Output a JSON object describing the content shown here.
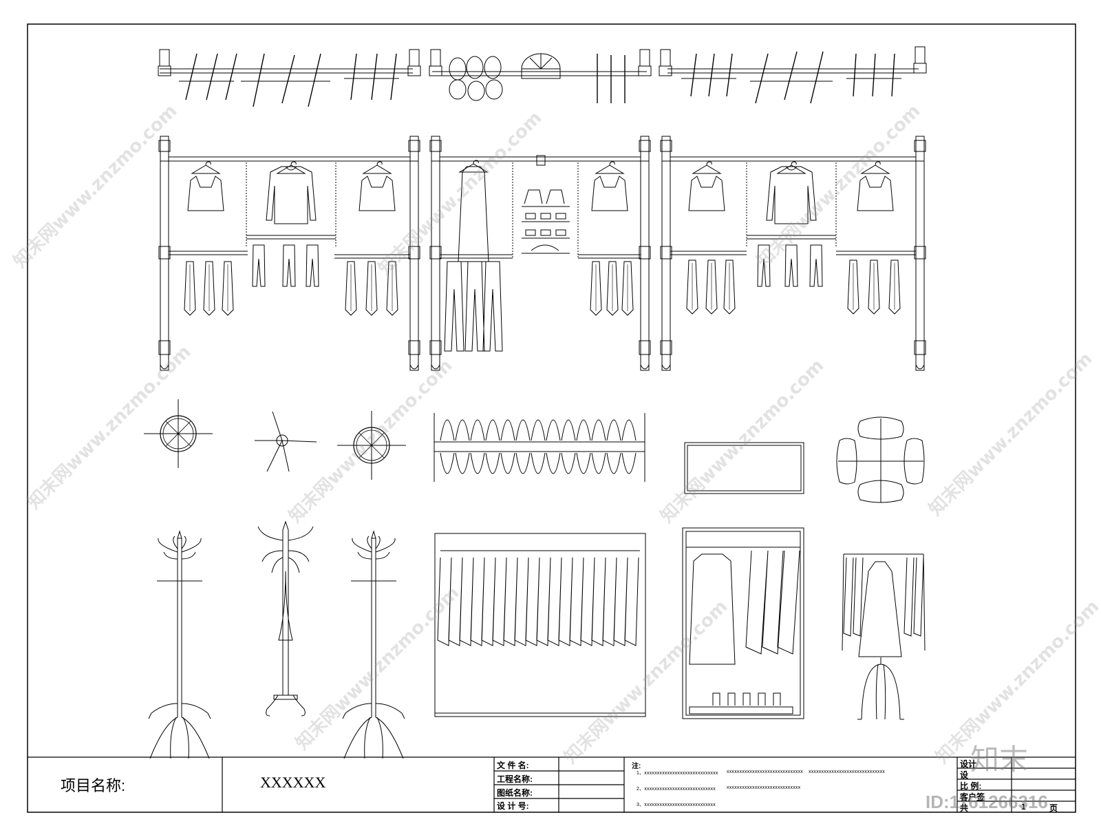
{
  "title_block": {
    "project_label": "项目名称:",
    "project_value": "XXXXXX",
    "file_name_label": "文 件 名:",
    "project_name_label": "工程名称:",
    "drawing_name_label": "图纸名称:",
    "design_no_label": "设 计 号:",
    "notes_label": "注:",
    "notes": [
      "1、xxxxxxxxxxxxxxxxxxxxxxxxxxxxx",
      "xxxxxxxxxxxxxxxxxxxxxxxxxxxxxx",
      "xxxxxxxxxxxxxxxxxxxxxxxxxxxxxx",
      "2、xxxxxxxxxxxxxxxxxxxxxxxxxxxx",
      "xxxxxxxxxxxxxxxxxxxxxxxxxxxxx",
      "3、xxxxxxxxxxxxxxxxxxxxxxxxxxxx"
    ],
    "right_labels": [
      "设计",
      "设",
      "比  例:",
      "客户签",
      "共"
    ],
    "page_marks": [
      "1",
      "页"
    ]
  },
  "watermarks": {
    "brand": "知末",
    "site": "知末网www.znzmo.com",
    "id_text": "ID:1161266316"
  },
  "colors": {
    "line": "#000000",
    "background": "#ffffff",
    "watermark": "#9a9a9a"
  }
}
